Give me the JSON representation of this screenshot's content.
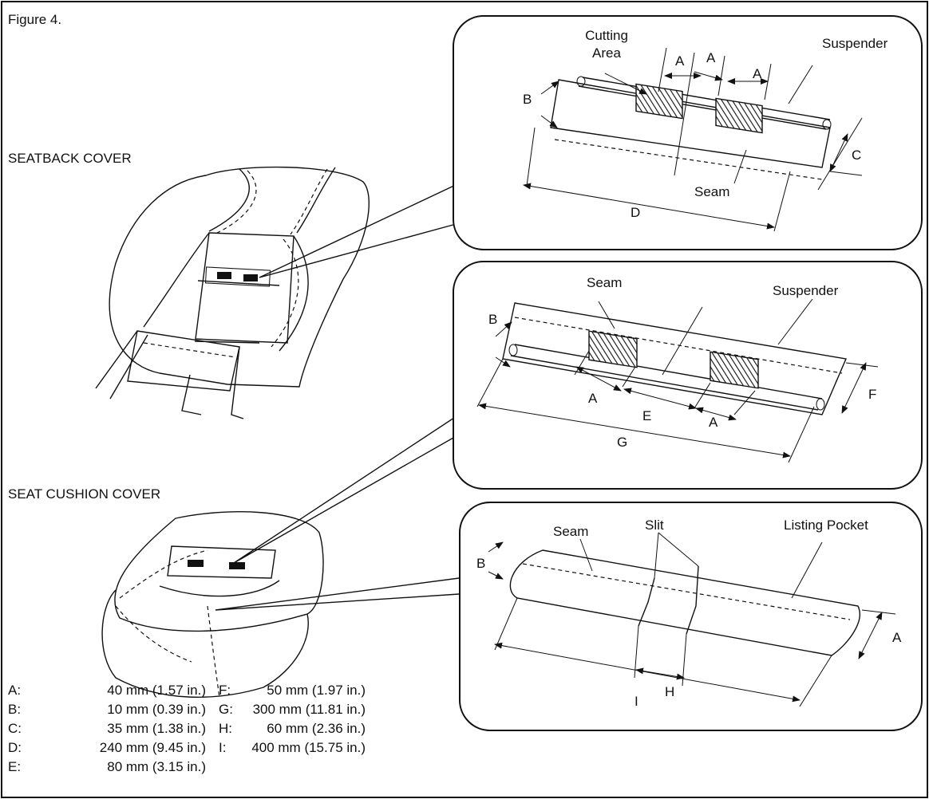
{
  "figure_title": "Figure 4.",
  "seatback_title": "SEATBACK COVER",
  "cushion_title": "SEAT CUSHION COVER",
  "panel1": {
    "cutting_area": [
      "Cutting",
      "Area"
    ],
    "suspender": "Suspender",
    "seam": "Seam",
    "dims": {
      "a1": "A",
      "a2": "A",
      "a3": "A",
      "b": "B",
      "c": "C",
      "d": "D"
    }
  },
  "panel2": {
    "seam": "Seam",
    "suspender": "Suspender",
    "dims": {
      "b": "B",
      "f": "F",
      "a1": "A",
      "e": "E",
      "a2": "A",
      "g": "G"
    }
  },
  "panel3": {
    "seam": "Seam",
    "slit": "Slit",
    "listing_pocket": "Listing Pocket",
    "dims": {
      "b": "B",
      "a": "A",
      "h": "H",
      "i": "I"
    }
  },
  "legend": {
    "left": [
      {
        "key": "A:",
        "value": "40 mm (1.57 in.)"
      },
      {
        "key": "B:",
        "value": "10 mm (0.39 in.)"
      },
      {
        "key": "C:",
        "value": "35 mm (1.38 in.)"
      },
      {
        "key": "D:",
        "value": "240 mm (9.45 in.)"
      },
      {
        "key": "E:",
        "value": "80 mm (3.15 in.)"
      }
    ],
    "right": [
      {
        "key": "F:",
        "value": "50 mm (1.97 in.)"
      },
      {
        "key": "G:",
        "value": "300 mm (11.81 in.)"
      },
      {
        "key": "H:",
        "value": "60 mm (2.36 in.)"
      },
      {
        "key": "I:",
        "value": "400 mm (15.75 in.)"
      }
    ]
  }
}
